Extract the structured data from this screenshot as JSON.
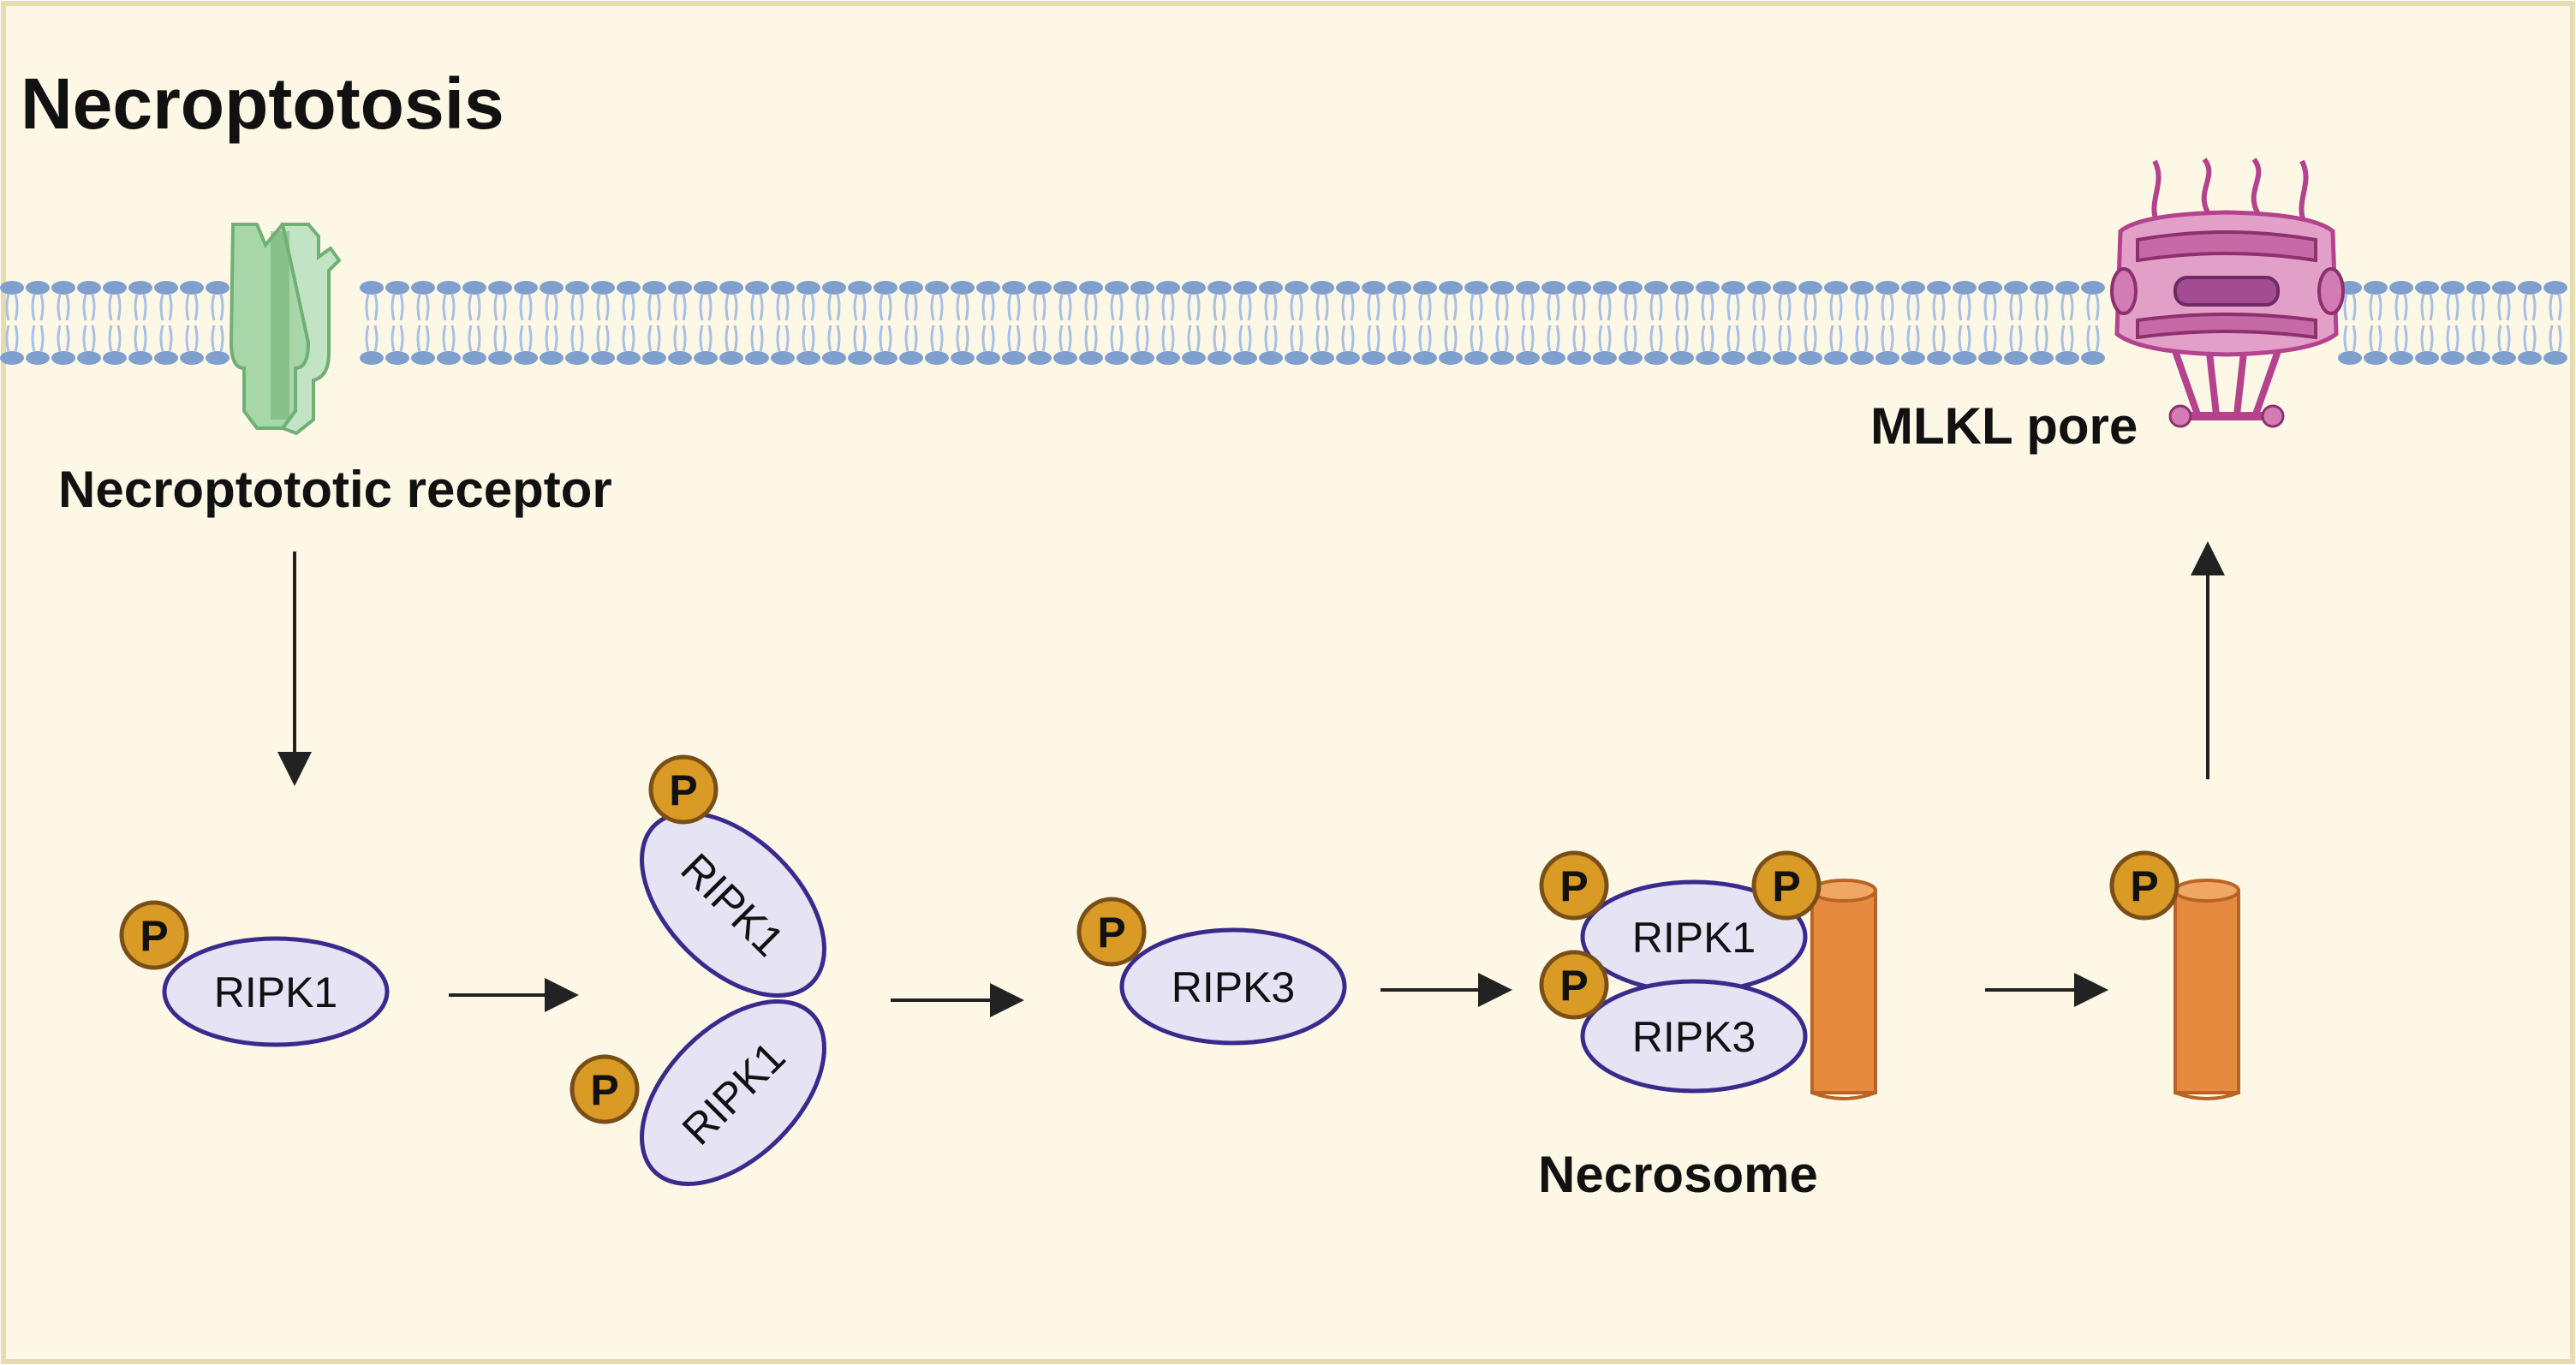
{
  "title": "Necroptotosis",
  "receptor_label": "Necroptototic receptor",
  "pore_label": "MLKL pore",
  "necrosome_label": "Necrosome",
  "phospho_label": "P",
  "proteins": {
    "ripk1": "RIPK1",
    "ripk3": "RIPK3"
  },
  "colors": {
    "background": "#fdf8e6",
    "border": "#e6dcb0",
    "membrane_head": "#7f9fce",
    "membrane_tail": "#a8c0e4",
    "receptor": "#a7d6a9",
    "receptor_dark": "#6fb074",
    "protein_fill": "#e5e3f4",
    "protein_stroke": "#3a2a8c",
    "phosphate_fill": "#d99a26",
    "phosphate_stroke": "#7a4f17",
    "mlkl": "#e68a40",
    "mlkl_dark": "#b86424",
    "pore": "#e2a0c9",
    "pore_dark": "#b5428d",
    "arrow": "#222222"
  },
  "icons": {
    "receptor": "transmembrane-receptor-icon",
    "pore": "mlkl-pore-icon",
    "phosphate": "phosphate-group-icon",
    "mlkl": "mlkl-cylinder-icon"
  }
}
